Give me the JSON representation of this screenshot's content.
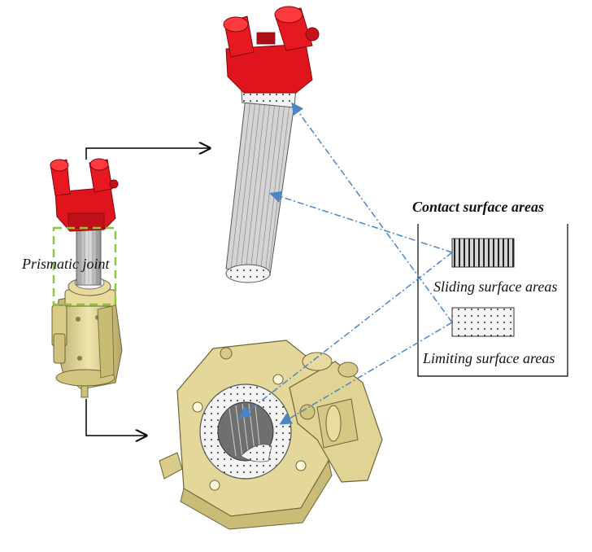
{
  "labels": {
    "prismatic_joint": "Prismatic joint",
    "legend_title": "Contact surface areas",
    "sliding": "Sliding surface areas",
    "limiting": "Limiting surface areas"
  },
  "colors": {
    "clevis_red": "#e0141c",
    "housing_tan": "#e3d79a",
    "rod_gray": "#c8c8c8",
    "guide_green": "#8cc63f",
    "arrow_blue": "#4a86c5",
    "black": "#000000"
  }
}
